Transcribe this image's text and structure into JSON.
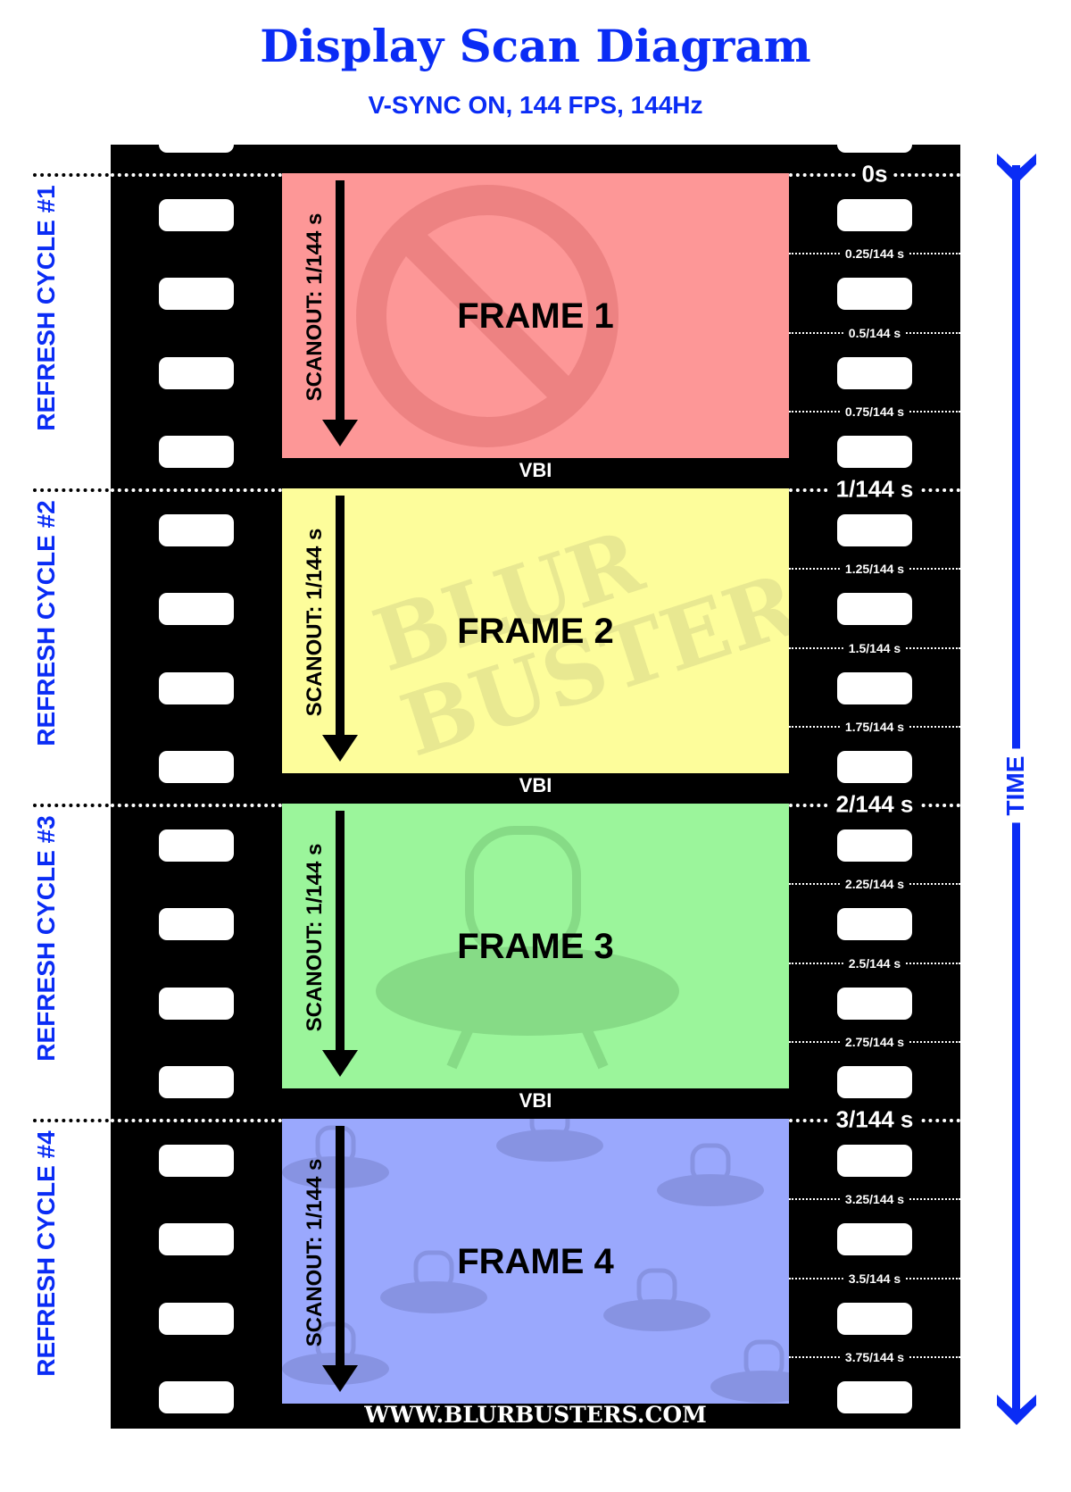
{
  "header": {
    "title": "Display Scan Diagram",
    "subtitle": "V-SYNC ON, 144 FPS, 144Hz"
  },
  "cycles": [
    {
      "label": "REFRESH CYCLE #1",
      "frame": "FRAME 1",
      "scanout": "SCANOUT: 1/144 s",
      "vbi": "VBI",
      "color": "#fd9797"
    },
    {
      "label": "REFRESH CYCLE #2",
      "frame": "FRAME 2",
      "scanout": "SCANOUT: 1/144 s",
      "vbi": "VBI",
      "color": "#fdfd9b"
    },
    {
      "label": "REFRESH CYCLE #3",
      "frame": "FRAME 3",
      "scanout": "SCANOUT: 1/144 s",
      "vbi": "VBI",
      "color": "#9bf59b"
    },
    {
      "label": "REFRESH CYCLE #4",
      "frame": "FRAME 4",
      "scanout": "SCANOUT: 1/144 s",
      "color": "#9aa8fd"
    }
  ],
  "time_ticks": [
    [
      "0s",
      "0.25/144 s",
      "0.5/144 s",
      "0.75/144 s"
    ],
    [
      "1/144 s",
      "1.25/144 s",
      "1.5/144 s",
      "1.75/144 s"
    ],
    [
      "2/144 s",
      "2.25/144 s",
      "2.5/144 s",
      "2.75/144 s"
    ],
    [
      "3/144 s",
      "3.25/144 s",
      "3.5/144 s",
      "3.75/144 s"
    ]
  ],
  "watermark": "BLUR BUSTERS",
  "time_axis_label": "TIME",
  "footer": "WWW.BLURBUSTERS.COM",
  "colors": {
    "accent": "#0a2cf5",
    "film": "#000000"
  }
}
